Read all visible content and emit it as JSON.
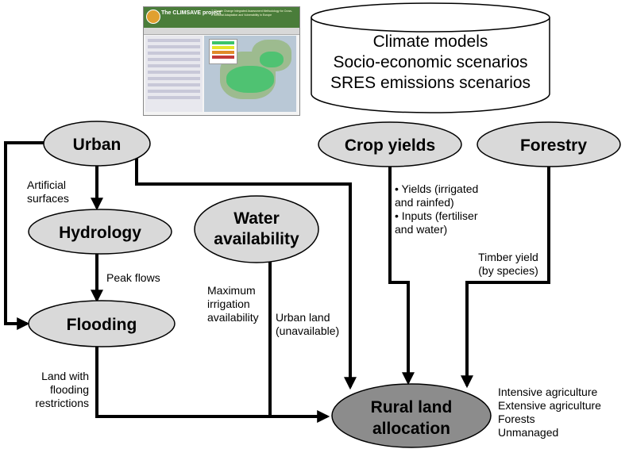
{
  "screenshot": {
    "title": "The CLIMSAVE project",
    "subtitle": "Climate Change Integrated Assessment Methodology for Cross-Sectoral Adaptation and Vulnerability in Europe"
  },
  "database": {
    "lines": [
      "Climate models",
      "Socio-economic scenarios",
      "SRES emissions scenarios"
    ]
  },
  "nodes": {
    "urban": "Urban",
    "hydrology": "Hydrology",
    "flooding": "Flooding",
    "water1": "Water",
    "water2": "availability",
    "crop": "Crop yields",
    "forestry": "Forestry",
    "rural1": "Rural land",
    "rural2": "allocation"
  },
  "labels": {
    "artificial": [
      "Artificial",
      "surfaces"
    ],
    "peak": "Peak flows",
    "maxirr": [
      "Maximum",
      "irrigation",
      "availability"
    ],
    "urbanland": [
      "Urban land",
      "(unavailable)"
    ],
    "landflood": [
      "Land with",
      "flooding",
      "restrictions"
    ],
    "yields": [
      "• Yields (irrigated",
      "and rainfed)",
      "• Inputs (fertiliser",
      "and water)"
    ],
    "timber": [
      "Timber yield",
      "(by species)"
    ],
    "outputs": [
      "Intensive agriculture",
      "Extensive agriculture",
      "Forests",
      "Unmanaged"
    ]
  },
  "colors": {
    "node_fill": "#d9d9d9",
    "rural_fill": "#8c8c8c",
    "line": "#000000"
  }
}
